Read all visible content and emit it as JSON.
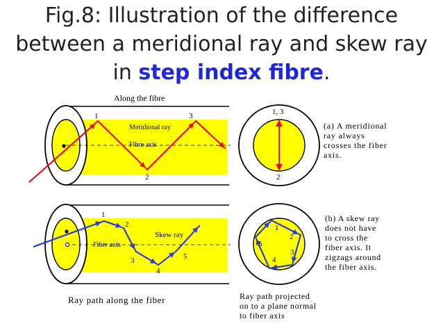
{
  "title": {
    "line1": "Fig.8: Illustration of the difference",
    "line2": "between a meridional ray and skew ray",
    "line3_prefix": "in ",
    "line3_highlight": "step index fibre",
    "line3_suffix": "."
  },
  "colors": {
    "core": "#ffff00",
    "meridional_ray": "#e8111a",
    "skew_ray": "#2b3fd6",
    "title_highlight": "#1f28d8"
  },
  "top_panel": {
    "along_label": "Along the fibre",
    "point1": "1",
    "point2": "2",
    "point3": "3",
    "ray_label": "Meridional ray",
    "axis_label": "Fibre axis",
    "cross_section_top": "1, 3",
    "cross_section_bottom": "2",
    "caption_a": [
      "(a) A meridional",
      "ray always",
      "crosses the fiber",
      "axis."
    ]
  },
  "bottom_panel": {
    "points": [
      "1",
      "2",
      "3",
      "4",
      "5"
    ],
    "ray_label": "Skew ray",
    "axis_label": "Fibre axis",
    "caption_b": [
      "(b) A skew ray",
      "does not have",
      "to cross the",
      "fiber axis. It",
      "zigzags around",
      "the fiber axis."
    ],
    "footer_left": "Ray path along the fiber",
    "footer_right": [
      "Ray path projected",
      "on to a plane normal",
      "to fiber axis"
    ]
  }
}
